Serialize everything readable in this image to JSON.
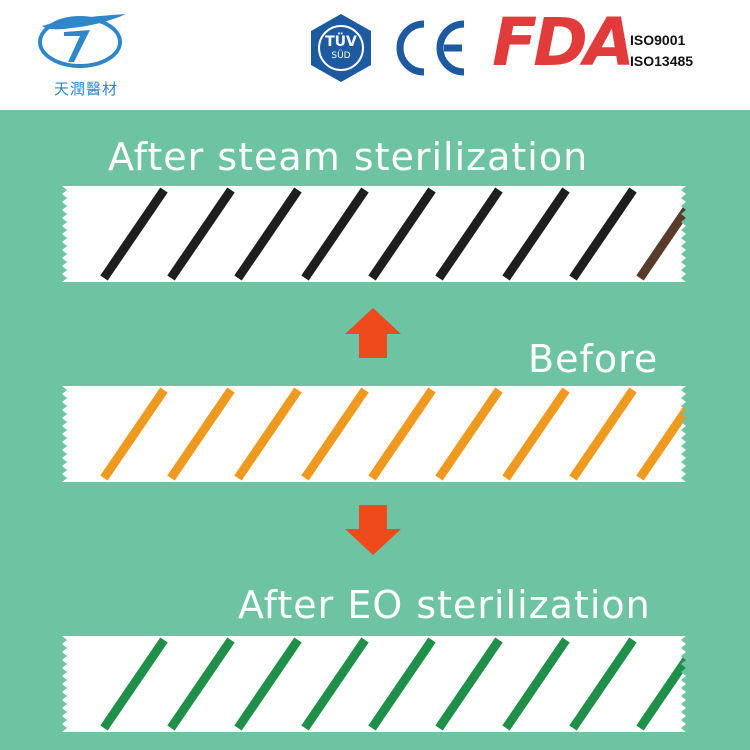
{
  "header": {
    "logo_icon": "tianrun-logo-icon",
    "logo_text": "天潤醫材",
    "certs": {
      "tuv_top": "TÜV",
      "tuv_bottom": "SÜD",
      "ce": "CE",
      "fda": "FDA",
      "iso_line1": "ISO9001",
      "iso_line2": "ISO13485"
    }
  },
  "labels": {
    "steam": "After steam sterilization",
    "before": "Before",
    "eo": "After EO sterilization"
  },
  "tapes": {
    "steam": {
      "stripe_color": "#1e1e1e",
      "last_stripe_color": "#5a3a2a"
    },
    "before": {
      "stripe_color": "#ee9a20"
    },
    "eo": {
      "stripe_color": "#1f8f4a"
    }
  },
  "arrows": {
    "up_icon": "arrow-up-icon",
    "down_icon": "arrow-down-icon",
    "color": "#ee4a1c"
  },
  "colors": {
    "background": "#6ec3a2",
    "brand_blue": "#2f86c9",
    "fda_red": "#e23b3b",
    "tuv_blue": "#1d5a9f"
  }
}
